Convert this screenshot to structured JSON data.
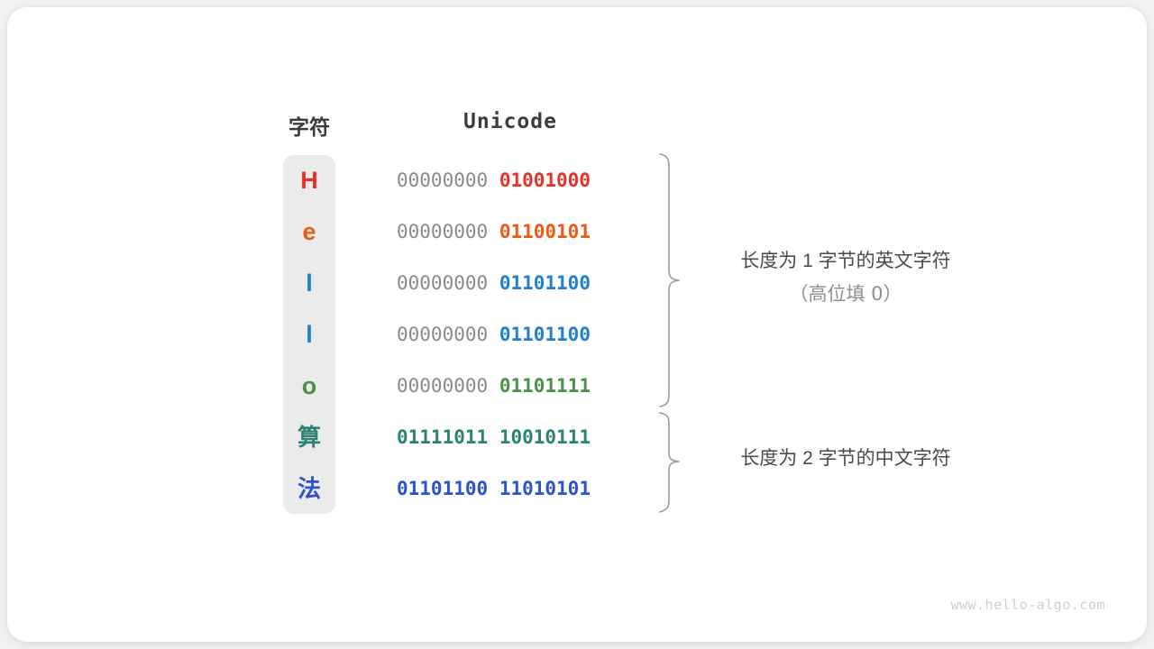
{
  "headers": {
    "char": "字符",
    "unicode": "Unicode"
  },
  "colors": {
    "red": "#e8312a",
    "orange": "#ec5a14",
    "blue": "#2080d0",
    "green": "#4a9245",
    "teal": "#2d8278",
    "indigo": "#2c52cc",
    "gray_prefix": "#8a8a8a",
    "cell_bg": "#ebebeb",
    "card_bg": "#ffffff",
    "page_bg": "#f2f2f2"
  },
  "rows": [
    {
      "char": "H",
      "color": "#e8312a",
      "high_byte": "00000000",
      "low_byte": "01001000",
      "high_is_padding": true,
      "cjk": false
    },
    {
      "char": "e",
      "color": "#ec5a14",
      "high_byte": "00000000",
      "low_byte": "01100101",
      "high_is_padding": true,
      "cjk": false
    },
    {
      "char": "l",
      "color": "#2080d0",
      "high_byte": "00000000",
      "low_byte": "01101100",
      "high_is_padding": true,
      "cjk": false
    },
    {
      "char": "l",
      "color": "#2080d0",
      "high_byte": "00000000",
      "low_byte": "01101100",
      "high_is_padding": true,
      "cjk": false
    },
    {
      "char": "o",
      "color": "#4a9245",
      "high_byte": "00000000",
      "low_byte": "01101111",
      "high_is_padding": true,
      "cjk": false
    },
    {
      "char": "算",
      "color": "#2d8278",
      "high_byte": "01111011",
      "low_byte": "10010111",
      "high_is_padding": false,
      "cjk": true
    },
    {
      "char": "法",
      "color": "#2c52cc",
      "high_byte": "01101100",
      "low_byte": "11010101",
      "high_is_padding": false,
      "cjk": true
    }
  ],
  "annotations": {
    "group1_line1": "长度为 1 字节的英文字符",
    "group1_line2": "（高位填 0）",
    "group2_line1": "长度为 2 字节的中文字符"
  },
  "watermark": "www.hello-algo.com"
}
